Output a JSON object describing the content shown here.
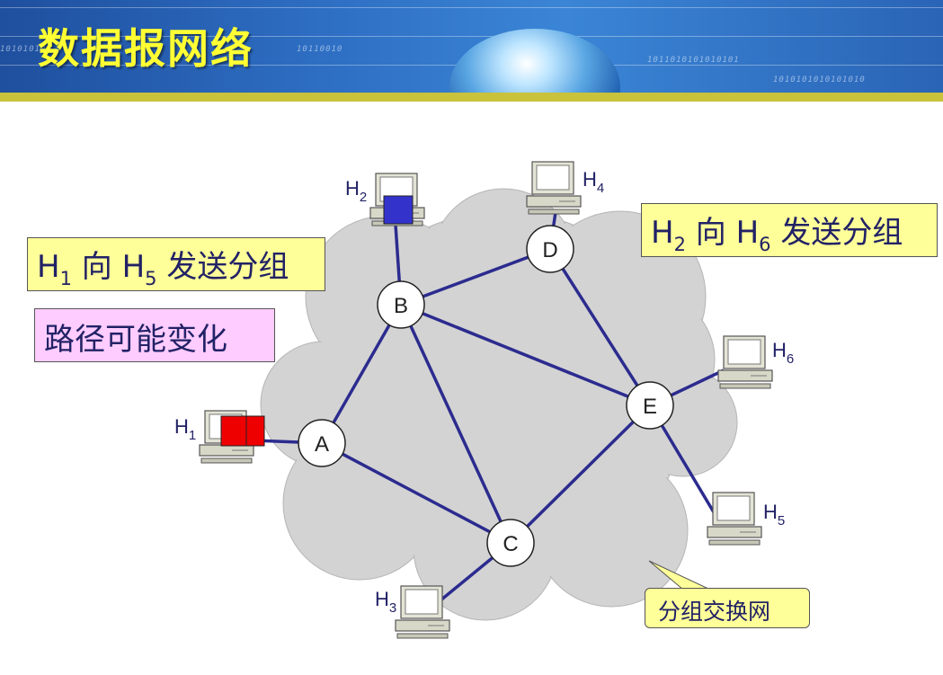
{
  "title": "数据报网络",
  "banner_digits": [
    "10101010",
    "10110010",
    "1011010101010101",
    "1010101010101010"
  ],
  "colors": {
    "link": "#2b2b8f",
    "cloud": "#d3d3d3",
    "packet_h1": "#ee0000",
    "packet_h2": "#3333cc",
    "note_yellow": "#ffff99",
    "note_pink": "#ffccff",
    "title_color": "#ffff33"
  },
  "routers": [
    {
      "id": "A",
      "label": "A"
    },
    {
      "id": "B",
      "label": "B"
    },
    {
      "id": "C",
      "label": "C"
    },
    {
      "id": "D",
      "label": "D"
    },
    {
      "id": "E",
      "label": "E"
    }
  ],
  "hosts": [
    {
      "id": "H1",
      "label": "H",
      "sub": "1"
    },
    {
      "id": "H2",
      "label": "H",
      "sub": "2"
    },
    {
      "id": "H3",
      "label": "H",
      "sub": "3"
    },
    {
      "id": "H4",
      "label": "H",
      "sub": "4"
    },
    {
      "id": "H5",
      "label": "H",
      "sub": "5"
    },
    {
      "id": "H6",
      "label": "H",
      "sub": "6"
    }
  ],
  "links": [
    [
      "A",
      "B"
    ],
    [
      "A",
      "C"
    ],
    [
      "B",
      "C"
    ],
    [
      "B",
      "D"
    ],
    [
      "B",
      "E"
    ],
    [
      "D",
      "E"
    ],
    [
      "C",
      "E"
    ],
    [
      "H1",
      "A"
    ],
    [
      "H2",
      "B"
    ],
    [
      "H3",
      "C"
    ],
    [
      "H4",
      "D"
    ],
    [
      "H5",
      "E"
    ],
    [
      "H6",
      "E"
    ]
  ],
  "notes": {
    "h1_to_h5": {
      "h": "H",
      "s1": "1",
      "mid": " 向 H",
      "s2": "5",
      "tail": " 发送分组"
    },
    "h2_to_h6": {
      "h": "H",
      "s1": "2",
      "mid": " 向 H",
      "s2": "6",
      "tail": " 发送分组"
    },
    "path_change": "路径可能变化",
    "network_label": "分组交换网"
  }
}
